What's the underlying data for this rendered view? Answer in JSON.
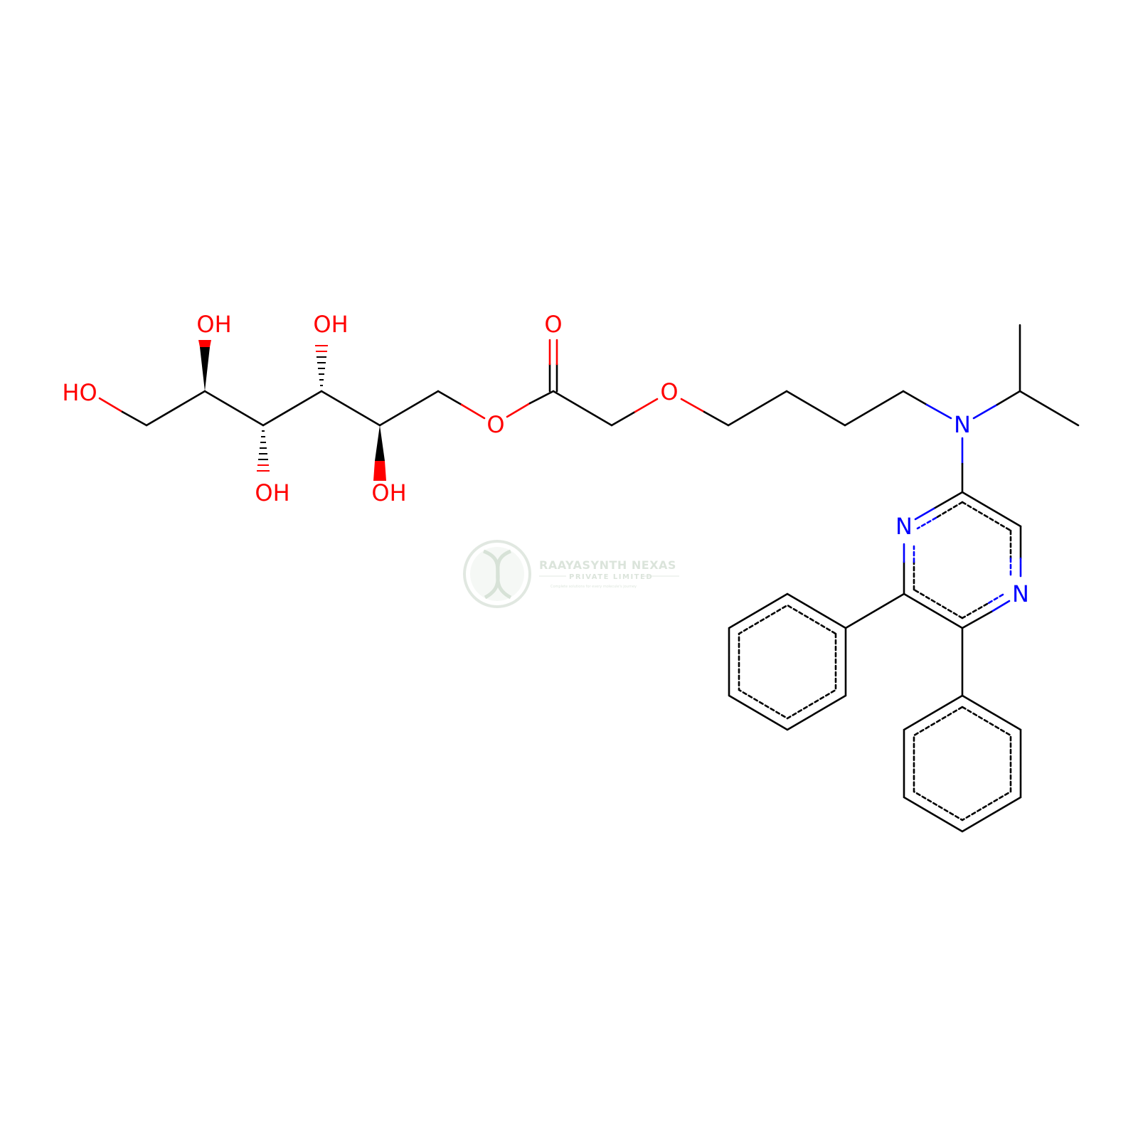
{
  "colors": {
    "bond": "#000000",
    "oxygen": "#ff0000",
    "nitrogen": "#0000ff",
    "watermark": "#c9d6c9"
  },
  "watermark": {
    "company": "RAAYASYNTH NEXAS",
    "subtitle": "PRIVATE LIMITED",
    "tagline": "Complete solutions for every molecule's journey"
  },
  "atoms": {
    "ho_terminal": "HO",
    "oh_c5": "OH",
    "oh_c4": "OH",
    "oh_c3": "OH",
    "oh_c2": "OH",
    "ester_o": "O",
    "carbonyl_o": "O",
    "ether_o": "O",
    "amine_n": "N",
    "ring_n1": "N",
    "ring_n4": "N"
  }
}
